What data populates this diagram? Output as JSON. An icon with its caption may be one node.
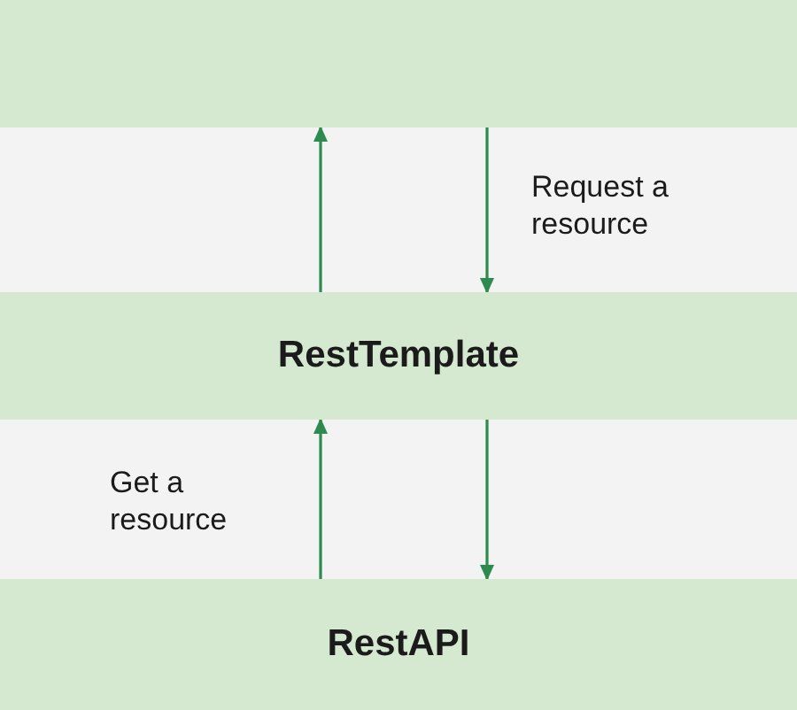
{
  "diagram": {
    "nodes": [
      {
        "text": [],
        "shape": "box"
      },
      {
        "text": [
          "RestTemplate"
        ]
      },
      {
        "text": [
          "RestAPI"
        ]
      }
    ],
    "edges": [
      {
        "from": 1,
        "to": 0,
        "arrow": "to"
      },
      {
        "from": 0,
        "to": 1,
        "arrow": "to",
        "label": "Request a resource"
      },
      {
        "from": 2,
        "to": 1,
        "arrow": "to",
        "label": "Get a resource"
      },
      {
        "from": 1,
        "to": 2,
        "arrow": "to"
      }
    ]
  }
}
